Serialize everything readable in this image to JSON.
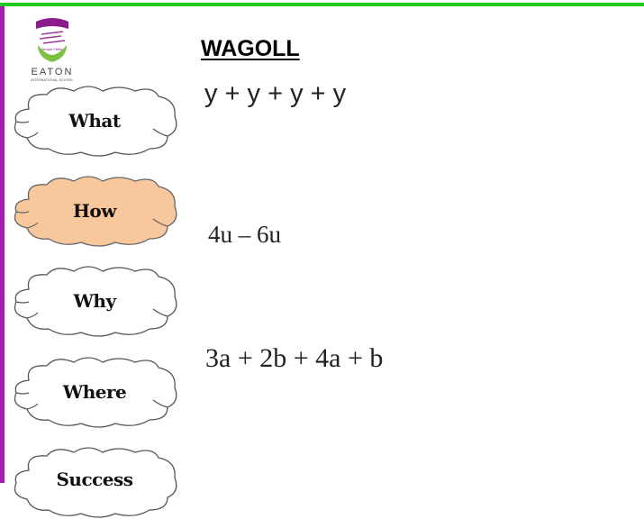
{
  "colors": {
    "top_bar": "#22c822",
    "left_bar": "#a21caf",
    "cloud_highlight": "#f8c89c",
    "cloud_default": "#ffffff"
  },
  "logo": {
    "name": "EATON",
    "subtitle": "INTERNATIONAL SCHOOL",
    "motto": "Semper Fidelis"
  },
  "title": "WAGOLL",
  "clouds": [
    {
      "label": "What",
      "highlighted": false
    },
    {
      "label": "How",
      "highlighted": true
    },
    {
      "label": "Why",
      "highlighted": false
    },
    {
      "label": "Where",
      "highlighted": false
    },
    {
      "label": "Success",
      "highlighted": false
    }
  ],
  "expressions": [
    "y + y + y + y",
    "4u – 6u",
    "3a + 2b + 4a + b"
  ]
}
